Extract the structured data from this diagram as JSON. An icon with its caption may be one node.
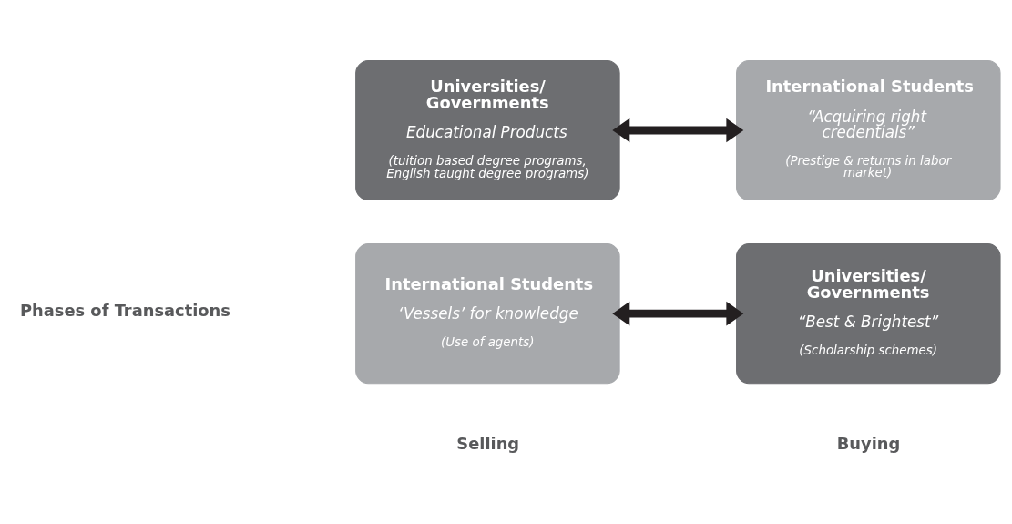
{
  "diagram": {
    "nodes": [
      {
        "text": [
          "Universities/ Governments",
          "Educational Products",
          "(tuition based degree programs, English taught degree programs)"
        ]
      },
      {
        "text": [
          "International Students",
          "“Acquiring right credentials”",
          "(Prestige & returns in labor market)"
        ]
      },
      {
        "text": [
          "International Students",
          "‘Vessels’ for knowledge",
          "(Use of agents)"
        ]
      },
      {
        "text": [
          "Universities/ Governments",
          "“Best & Brightest”",
          "(Scholarship schemes)"
        ]
      }
    ],
    "edges": [
      {
        "from": 0,
        "to": 1,
        "arrow": "both"
      },
      {
        "from": 2,
        "to": 3,
        "arrow": "both"
      }
    ],
    "labels": [
      "Selling",
      "Buying",
      "Phases of Transactions"
    ]
  }
}
